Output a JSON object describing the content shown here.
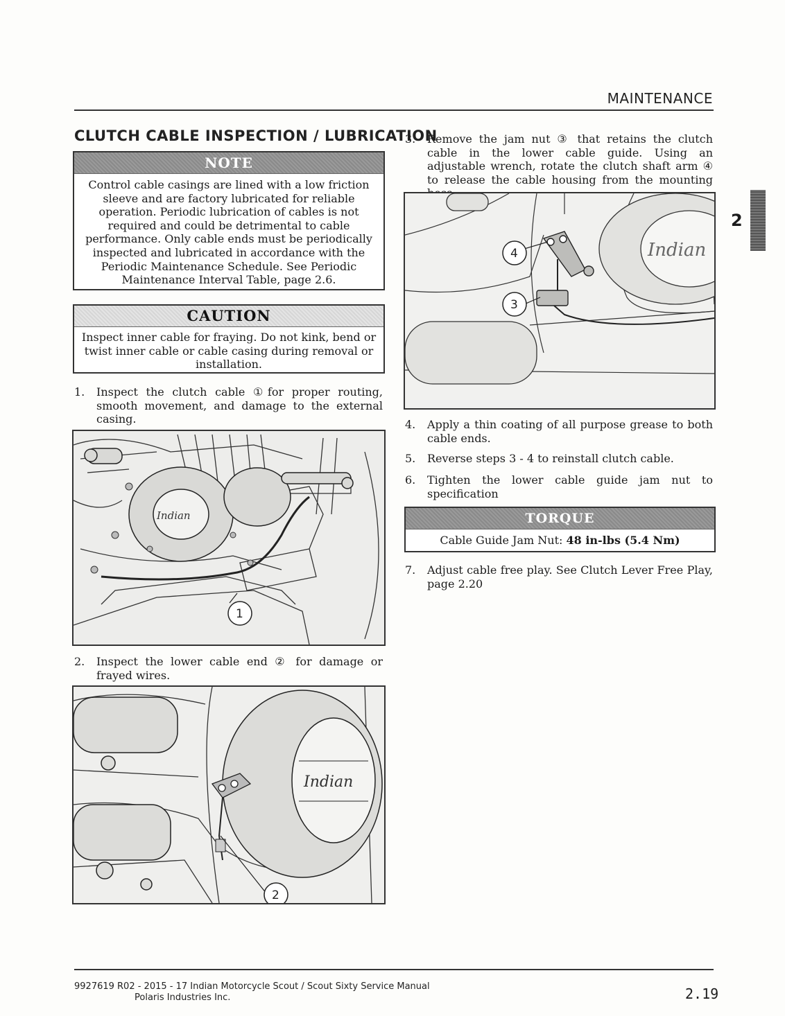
{
  "header": {
    "section": "MAINTENANCE"
  },
  "title": "CLUTCH CABLE INSPECTION / LUBRICATION",
  "note": {
    "label": "NOTE",
    "text": "Control cable casings are lined with a low friction sleeve and are factory lubricated for reliable operation. Periodic lubrication of cables is not required and could be detrimental to cable performance. Only cable ends must be periodically inspected and lubricated in accordance with the Periodic Maintenance Schedule. See Periodic Maintenance Interval Table, page 2.6."
  },
  "caution": {
    "label": "CAUTION",
    "text": "Inspect inner cable for fraying. Do not kink, bend or twist inner cable or cable casing during removal or installation."
  },
  "steps": [
    {
      "num": "1.",
      "text": "Inspect the clutch cable ①for proper routing, smooth movement, and damage to the external casing."
    },
    {
      "num": "2.",
      "text": "Inspect the lower cable end ② for damage or frayed wires."
    },
    {
      "num": "3.",
      "text": "Remove the jam nut ③ that retains the clutch cable in the lower cable guide. Using an adjustable wrench, rotate the clutch shaft arm ④ to release the cable housing from the mounting boss."
    },
    {
      "num": "4.",
      "text": "Apply a thin coating of all purpose grease to both cable ends."
    },
    {
      "num": "5.",
      "text": "Reverse steps 3 - 4 to reinstall clutch cable."
    },
    {
      "num": "6.",
      "text": "Tighten the lower cable guide jam nut to specification"
    },
    {
      "num": "7.",
      "text": "Adjust cable free play. See Clutch Lever Free Play, page 2.20"
    }
  ],
  "torque": {
    "label": "TORQUE",
    "prefix": "Cable Guide Jam Nut: ",
    "value": "48 in-lbs (5.4 Nm)"
  },
  "figures": {
    "fig1": {
      "callouts": [
        "1"
      ],
      "logo": "Indian"
    },
    "fig2": {
      "callouts": [
        "2"
      ],
      "logo": "Indian"
    },
    "fig3": {
      "callouts": [
        "4",
        "3"
      ],
      "logo": "Indian"
    }
  },
  "side_tab": {
    "chapter": "2"
  },
  "footer": {
    "line1": "9927619 R02 - 2015 - 17 Indian Motorcycle Scout / Scout Sixty Service Manual",
    "line2": "Polaris Industries Inc.",
    "page": "2.19"
  }
}
